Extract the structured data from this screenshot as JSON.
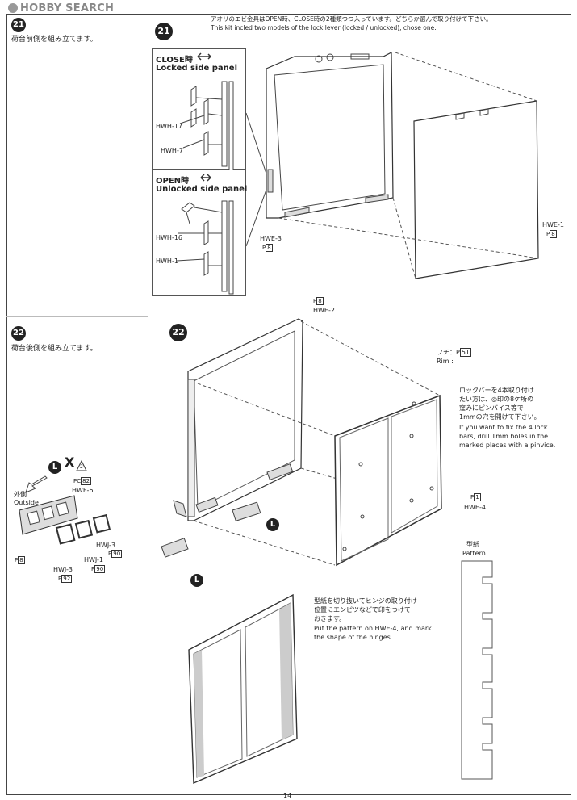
{
  "logo": {
    "text": "HOBBY SEARCH"
  },
  "steps": {
    "s21": {
      "number": "21",
      "left_text": "荷台前側を組み立てます。",
      "note_jp": "アオリのエビ金具はOPEN時、CLOSE時の2種類つつ入っています。どちらか選んで取り付けて下さい。",
      "note_en": "This kit incled two models of the lock lever (locked / unlocked), chose one."
    },
    "s22": {
      "number": "22",
      "left_text": "荷台後側を組み立てます。"
    }
  },
  "close_box": {
    "title_jp": "CLOSE時",
    "title_en": "Locked side panel",
    "parts": [
      "HWH-17",
      "HWH-7"
    ]
  },
  "open_box": {
    "title_jp": "OPEN時",
    "title_en": "Unlocked side panel",
    "parts": [
      "HWH-16",
      "HWH-1"
    ]
  },
  "labels21": {
    "hwe3": "HWE-3",
    "hwe3_ref": "P",
    "hwe3_num": "8",
    "hwe1": "HWE-1",
    "hwe1_ref": "P",
    "hwe1_num": "8"
  },
  "labels22": {
    "hwe2_ref": "P",
    "hwe2_num": "8",
    "hwe2": "HWE-2",
    "rim_jp": "フチ：",
    "rim_ref": "P",
    "rim_num": "51",
    "rim_en": "Rim :",
    "lock_jp1": "ロックバーを4本取り付け",
    "lock_jp2": "たい方は、◎印の8ケ所の",
    "lock_jp3": "窪みにピンバイス等で",
    "lock_jp4": "1mmの穴を開けて下さい。",
    "lock_en1": "If you want to fix the 4 lock",
    "lock_en2": "bars, drill 1mm holes in the",
    "lock_en3": "marked places with a pinvice.",
    "hwe4_ref": "P",
    "hwe4_num": "1",
    "hwe4": "HWE-4",
    "pattern_jp": "型紙",
    "pattern_en": "Pattern",
    "pat_jp1": "型紙を切り抜いてヒンジの取り付け",
    "pat_jp2": "位置にエンピツなどで印をつけて",
    "pat_jp3": "おきます。",
    "pat_en1": "Put the pattern on HWE-4, and mark",
    "pat_en2": "the shape of the hinges."
  },
  "parts_left": {
    "l_mark": "L",
    "x_mark": "X",
    "x_num": "2",
    "outside_jp": "外側",
    "outside_en": "Outside",
    "hwf6_ref": "PC",
    "hwf6_num": "82",
    "hwf6": "HWF-6",
    "p8_ref": "P",
    "p8_num": "8",
    "hwj3a": "HWJ-3",
    "hwj3a_ref": "P",
    "hwj3a_num": "90",
    "hwj1": "HWJ-1",
    "hwj1_ref": "P",
    "hwj1_num": "90",
    "hwj3b": "HWJ-3",
    "hwj3b_ref": "P",
    "hwj3b_num": "92"
  },
  "page_number": "14"
}
